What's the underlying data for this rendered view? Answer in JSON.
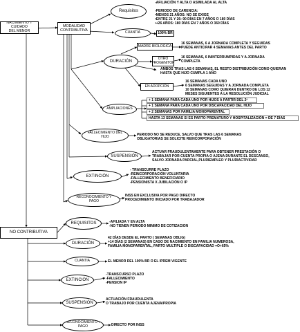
{
  "nodes": {
    "root": "NACIMIENTO Y CUIDADO\nDEL MENOR",
    "modalidad": "MODALIDAD\nCONTRIBUTIVA",
    "no_contributiva": "NO CONTRIBUTIVA",
    "c_requisitos": "Requisitos",
    "c_cuantia": "CUANTIA",
    "c_cuantia_value": "100% BR",
    "c_duracion": "DURACIÓN",
    "c_madre": "MADRE BIOLOGICA",
    "c_otro": "OTRO\nPROGENITOR",
    "c_adopcion": "EN ADOPCIÓN",
    "c_ampliaciones": "AMPLIACIONES",
    "c_fallecimiento": "FALLECIMIENTO DEL\nHIJO",
    "c_suspension": "SUSPENSIÓN",
    "c_extincion": "EXTINCIÓN",
    "c_reconocimiento": "RECONOCIMIENTO Y\nPAGO",
    "n_requisitos": "REQUISITOS",
    "n_duracion": "DURACIÓN",
    "n_cuantia": "CUANTIA",
    "n_extincion": "EXTINCIÓN",
    "n_suspension": "SUSPENSIÓN",
    "n_reconocimiento": "RECONOCIMIENTO Y\nPAGO"
  },
  "texts": {
    "c_requisitos": "-AFILIACIÓN Y ALTA O ASIMILADA AL ALTA\n\n-PERIODO DE CARENCIA:\n•MENOS 21 AÑOS: NO SE EXIGE\n•ENTRE 21 Y 26: 90 DÍAS EN 7 AÑOS O 180 DÍAS\n•+26 AÑOS: 180 DÍAS EN 7 AÑOS O 360 DÍAS",
    "c_madre": "16 SEMANAS, 6 A JORNADA COMPLETA Y SEGUIDAS\nPUEDE ANTICIPAR 4 SEMANAS ANTES DEL PARTO",
    "c_otro": "16 SEMANAS, 6 ININTERRUMPIDAS Y A JORNADA\nCOMPLETA",
    "c_ambos": "AMBOS TRAS LAS 6 SEMANAS, EL RESTO DISTRIBUCIÓN COMO QUIERAN\nHASTA QUE HIJO CUMPLA 1 AÑO",
    "c_adopcion": "16 SEMANAS CADA UNO\n6 SEMANAS SEGUIDAS Y A JORNADA COMPLETA\n10 SEMANAS COMO QUIERAN DENTRO DE LOS 12\nMESES SIGUIENTES A LA RESOLUCIÓN JUDICIAL",
    "c_fallecimiento": "PERIODO NO SE REDUCE, SALVO QUE TRAS LAS 6 SEMANAS\nOBLIGATORIAS SE SOLICITE REINCORPORACIÓN",
    "c_suspension": "ACTUAR FRAUDULENTAMENTE PARA OBTENER PRESTACIÓN O\nTRABAJAR POR CUENTA PROPIA O AJENA DURANTE EL DESCANSO,\nSALVO JORNADA PARCIAL,PLURIEMPLEO Y PLURIACTIVIDAD",
    "c_extincion": "- TRANSCURRE PLAZO\n-REINCORPORACIÓN VOLUNTARIA\n-FALLECIMIENTO BENEFICIARIO\n-PENSIONISTA X JUBILACIÓN O IP",
    "c_reconocimiento": "INSS EN EXCLUSIVA POR PAGO DIRECTO\nPROCEDIMIENTO INICIADO POR TRABAJADOR",
    "n_requisitos": "-AFILIADA Y EN ALTA\n-NO TIENEN PERIODO MINIMO DE COTIZACION",
    "n_duracion": "42 DÍAS DESDE EL PARTO ( SEMANAS OBLIG)\n+14 DÍAS (2 SEMANAS) EN CASO DE NACIMIENTO EN FAMILIA NUMEROSA,\nFAMILIA MONOPARENTAL, PARTO MULTIPLE O DISCAPACIDAD =O+65%",
    "n_cuantia": "EL MENOR DEL 100% BR O EL IPREM VIGENTE",
    "n_extincion": "-TRANSCURSO PLAZO\n-FALLECIMIENTO\n-PENSION IP",
    "n_suspension": "ACTUACIÓN FRAUDULENTA\nO TRABAJO POR CUENTA AJENA/PROPIA",
    "n_reconocimiento": "DIRECTO POR INSS"
  },
  "ampliaciones": [
    "+ 1 SEMANA PARA CADA UNO POR HIJOS A PARTIR DEL 2º",
    "+ 1 SEMANA PARA CADA UNO POR DISCAPACIDAD DEL HIJO",
    "+ 2 SEMANAS POR FAMILIA MONOPARENTAL",
    "HASTA 13 SEMANAS SI ES PARTO PREMATURO Y HOSPITALIZACIÓN = DE 7 DÍAS"
  ]
}
